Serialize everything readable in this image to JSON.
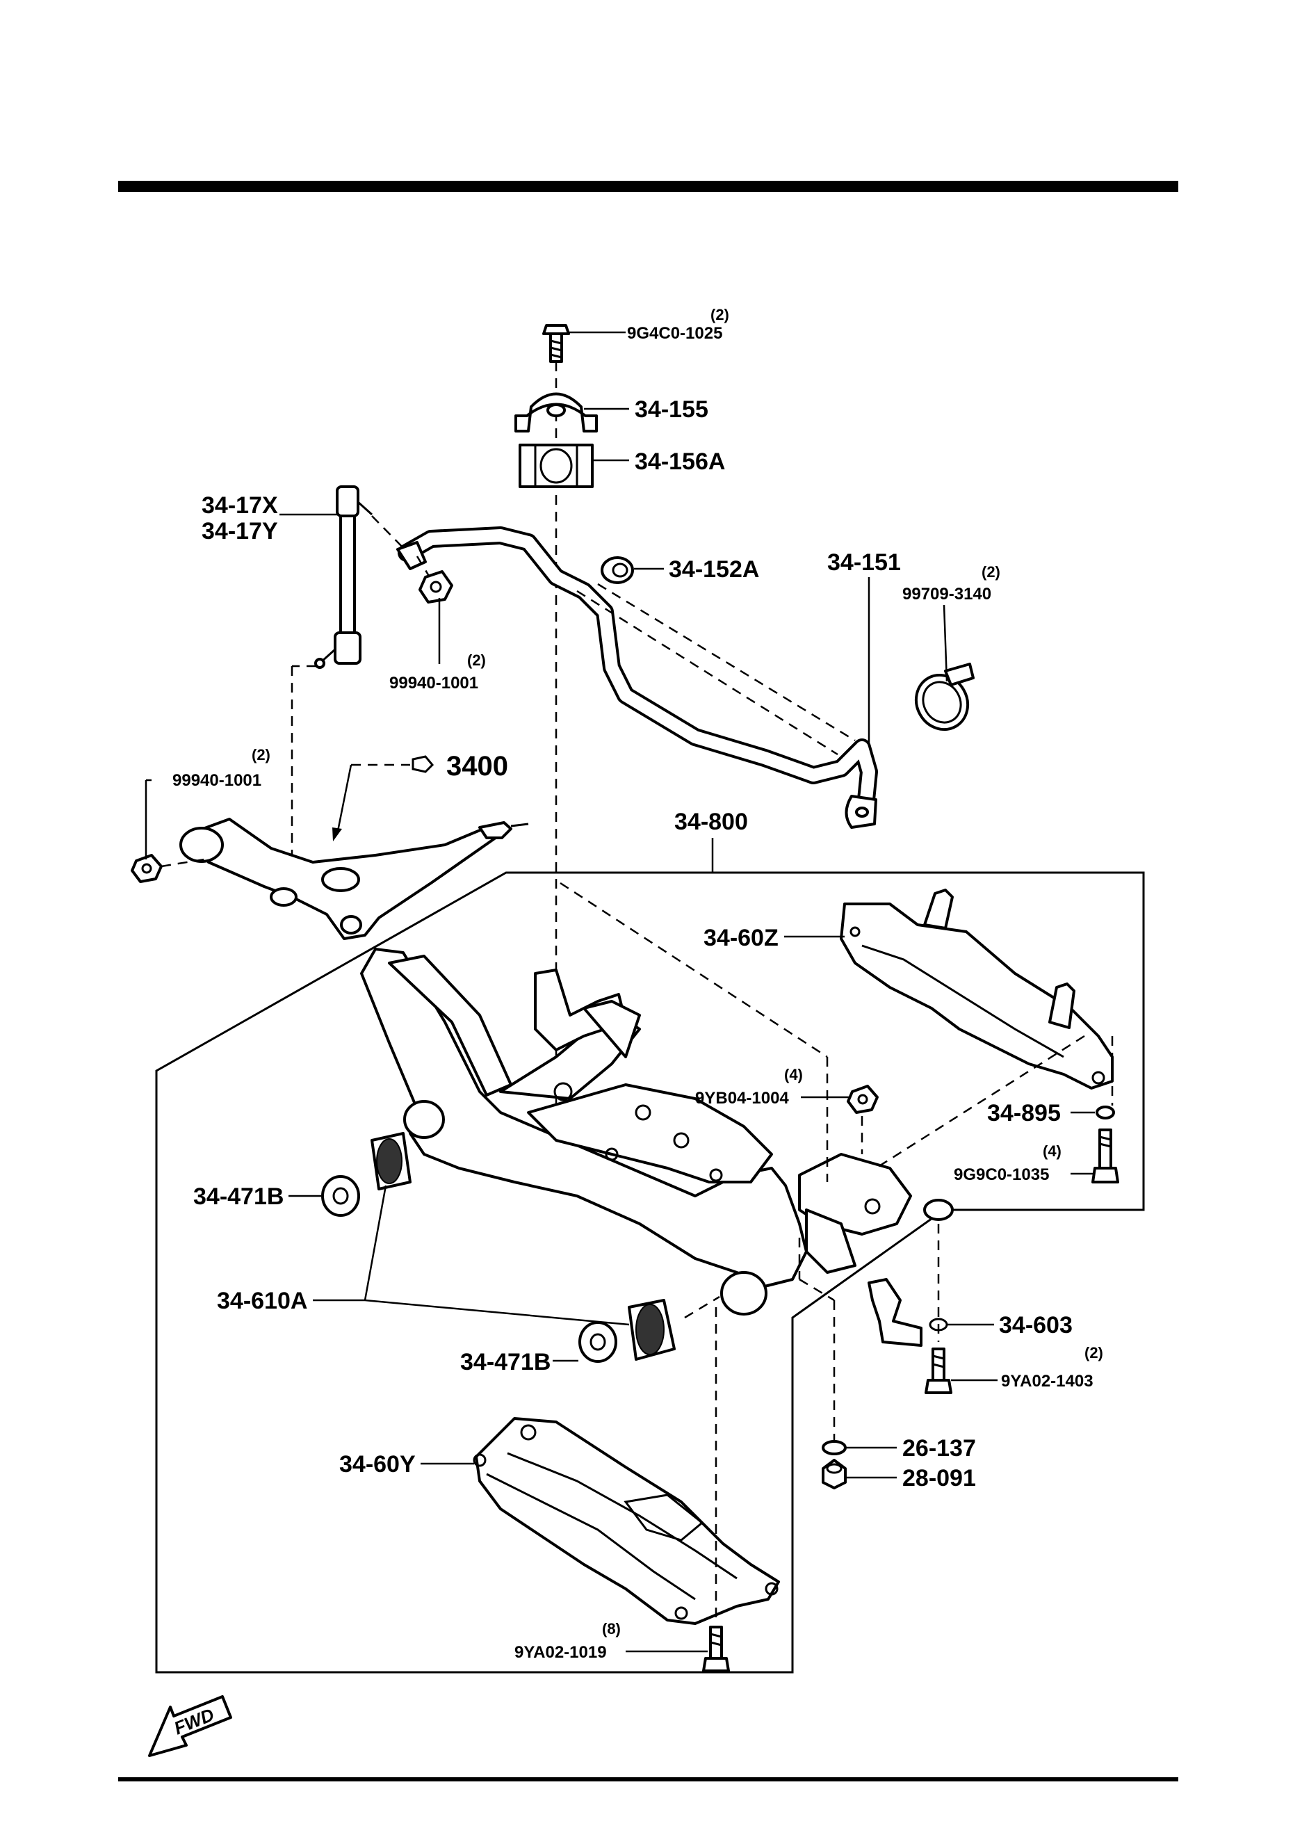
{
  "diagram": {
    "fwd_label": "FWD",
    "callouts": {
      "c_9G4C0_1025": {
        "text": "9G4C0-1025",
        "qty": "(2)"
      },
      "c_34_155": {
        "text": "34-155"
      },
      "c_34_156A": {
        "text": "34-156A"
      },
      "c_34_17X": {
        "text": "34-17X"
      },
      "c_34_17Y": {
        "text": "34-17Y"
      },
      "c_34_152A": {
        "text": "34-152A"
      },
      "c_34_151": {
        "text": "34-151"
      },
      "c_99709_3140": {
        "text": "99709-3140",
        "qty": "(2)"
      },
      "c_99940_1001_a": {
        "text": "99940-1001",
        "qty": "(2)"
      },
      "c_99940_1001_b": {
        "text": "99940-1001",
        "qty": "(2)"
      },
      "c_3400": {
        "text": "3400"
      },
      "c_34_800": {
        "text": "34-800"
      },
      "c_34_60Z": {
        "text": "34-60Z"
      },
      "c_9YB04_1004": {
        "text": "9YB04-1004",
        "qty": "(4)"
      },
      "c_34_895": {
        "text": "34-895"
      },
      "c_9G9C0_1035": {
        "text": "9G9C0-1035",
        "qty": "(4)"
      },
      "c_34_471B_a": {
        "text": "34-471B"
      },
      "c_34_610A": {
        "text": "34-610A"
      },
      "c_34_471B_b": {
        "text": "34-471B"
      },
      "c_34_603": {
        "text": "34-603"
      },
      "c_9YA02_1403": {
        "text": "9YA02-1403",
        "qty": "(2)"
      },
      "c_26_137": {
        "text": "26-137"
      },
      "c_28_091": {
        "text": "28-091"
      },
      "c_34_60Y": {
        "text": "34-60Y"
      },
      "c_9YA02_1019": {
        "text": "9YA02-1019",
        "qty": "(8)"
      }
    }
  }
}
